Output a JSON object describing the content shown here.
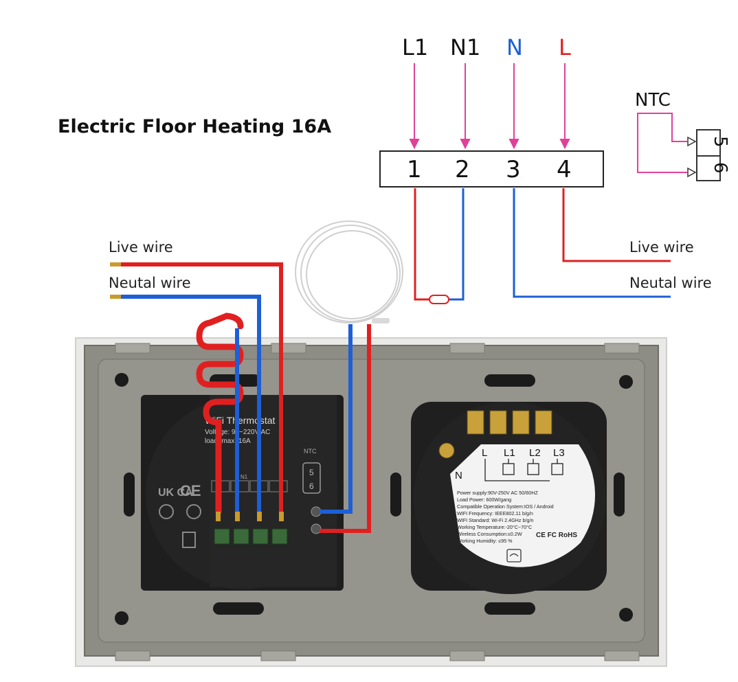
{
  "title": "Electric Floor Heating 16A",
  "colors": {
    "live": "#e02020",
    "neutral": "#1e5fd6",
    "signal": "#e0409a",
    "neutral_label": "#1e5fd6",
    "live_label": "#e02020"
  },
  "terminals_top": [
    "L1",
    "N1",
    "N",
    "L"
  ],
  "terminals_bottom": [
    "1",
    "2",
    "3",
    "4"
  ],
  "ntc": {
    "label": "NTC",
    "pins": [
      "5",
      "6"
    ]
  },
  "right_wires": {
    "live": "Live wire",
    "neutral": "Neutal wire"
  },
  "left_wires": {
    "live": "Live wire",
    "neutral": "Neutal wire"
  },
  "left_module": {
    "text_lines": [
      "WiFi Thermostat",
      "Voltage: 90~220V AC",
      "load: max. 16A"
    ],
    "marks": [
      "UK CA",
      "CE"
    ],
    "ntc_label": "NTC",
    "ntc_pins": [
      "5",
      "6"
    ],
    "terminal_hint": "N1"
  },
  "right_module": {
    "terminal_labels": [
      "L",
      "L1",
      "L2",
      "L3"
    ],
    "n_label": "N",
    "spec_lines": [
      "Power supply:90V-250V AC  50/60HZ",
      "Load Power: 600W/gang",
      "Compatible Operation System:IOS / Android",
      "WIFI Frequency: IEEE802.11 b/g/n",
      "WIFI Standard: Wi-Fi 2.4GHz b/g/n",
      "Working Temperature:-20°C~70°C",
      "Wireless Consumption:≤0.2W",
      "Working Humidity: ≤95 %"
    ],
    "cert_marks": "CE FC RoHS"
  }
}
